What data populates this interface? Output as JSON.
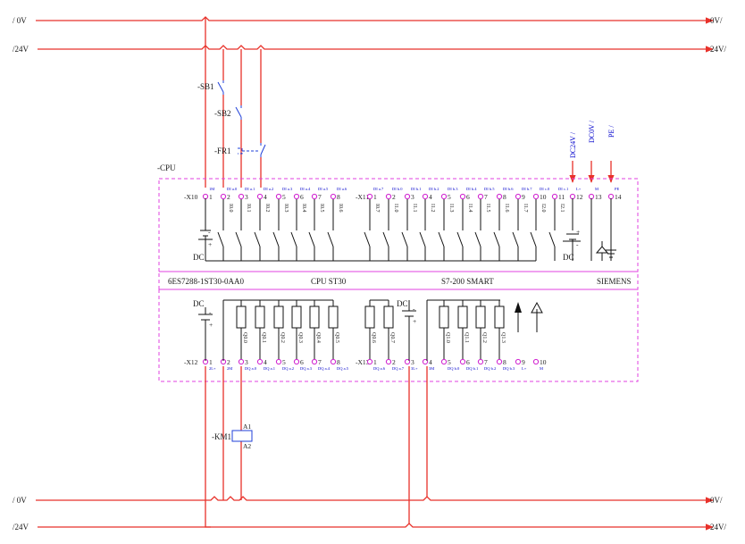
{
  "buses": {
    "zero_v": "0V",
    "v24": "24V",
    "bot_zero_v": "0V",
    "bot_v24": "24V",
    "slash": "/"
  },
  "devices": {
    "sb1": "-SB1",
    "sb2": "-SB2",
    "fr1": "-FR1",
    "km1": "-KM1",
    "km1_a1": "A1",
    "km1_a2": "A2",
    "cpu": "-CPU"
  },
  "power_labels": {
    "dc24v": "DC24V /",
    "dc0v": "DC0V /",
    "pe": "PE /"
  },
  "plc": {
    "order_no": "6ES7288-1ST30-0AA0",
    "model": "CPU ST30",
    "family": "S7-200 SMART",
    "brand": "SIEMENS",
    "dc": "DC",
    "plus": "+",
    "minus": "-"
  },
  "x10": {
    "label": "-X10",
    "numbers": [
      "1",
      "2",
      "3",
      "4",
      "5",
      "6",
      "7",
      "8"
    ],
    "small": [
      "1M",
      "DI a.0",
      "DI a.1",
      "DI a.2",
      "DI a.3",
      "DI a.4",
      "DI a.5",
      "DI a.6"
    ],
    "io": [
      "I0.0",
      "I0.1",
      "I0.2",
      "I0.3",
      "I0.4",
      "I0.5",
      "I0.6"
    ]
  },
  "x11": {
    "label": "-X11",
    "numbers": [
      "1",
      "2",
      "3",
      "4",
      "5",
      "6",
      "7",
      "8",
      "9",
      "10",
      "11"
    ],
    "small": [
      "DI a.7",
      "DI b.0",
      "DI b.1",
      "DI b.2",
      "DI b.3",
      "DI b.4",
      "DI b.5",
      "DI b.6",
      "DI b.7",
      "DI c.0",
      "DI c.1"
    ],
    "io": [
      "I0.7",
      "I1.0",
      "I1.1",
      "I1.2",
      "I1.3",
      "I1.4",
      "I1.5",
      "I1.6",
      "I1.7",
      "I2.0",
      "I2.1"
    ]
  },
  "x_power": {
    "numbers": [
      "12",
      "13",
      "14"
    ],
    "small": [
      "L+",
      "M",
      "PE"
    ]
  },
  "x12": {
    "label": "-X12",
    "numbers": [
      "1",
      "2",
      "3",
      "4",
      "5",
      "6",
      "7",
      "8"
    ],
    "small": [
      "2L+",
      "2M",
      "DQ a.0",
      "DQ a.1",
      "DQ a.2",
      "DQ a.3",
      "DQ a.4",
      "DQ a.5"
    ],
    "io": [
      "Q0.0",
      "Q0.1",
      "Q0.2",
      "Q0.3",
      "Q0.4",
      "Q0.5"
    ]
  },
  "x13": {
    "label": "-X13",
    "numbers": [
      "1",
      "2",
      "3",
      "4",
      "5",
      "6",
      "7",
      "8",
      "9",
      "10"
    ],
    "small": [
      "DQ a.6",
      "DQ a.7",
      "3L+",
      "3M",
      "DQ b.0",
      "DQ b.1",
      "DQ b.2",
      "DQ b.3",
      "L+",
      "M"
    ],
    "io": [
      "Q0.6",
      "Q0.7",
      "Q1.0",
      "Q1.1",
      "Q1.2",
      "Q1.3"
    ]
  },
  "colors": {
    "wire": "#e8312a",
    "symbol": "#111111",
    "device": "#1f3fd8",
    "frame": "#e040e0"
  }
}
